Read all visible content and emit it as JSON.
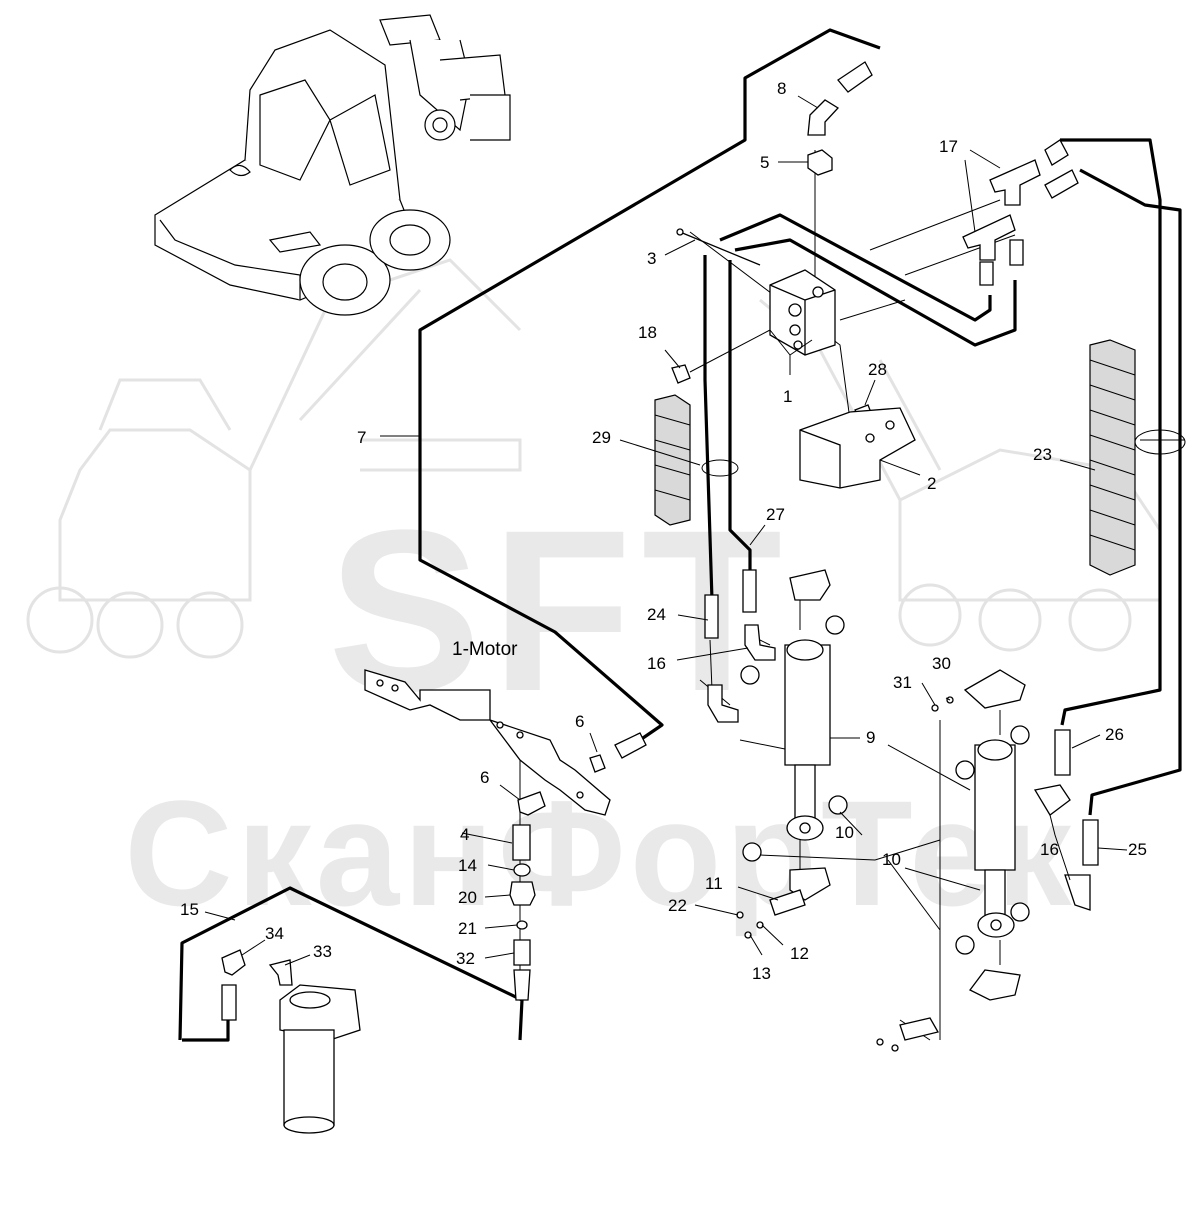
{
  "diagram": {
    "title": "1-Motor",
    "watermark": {
      "logo": "SFT",
      "text": "СканФорТек",
      "color": "#e6e6e6"
    },
    "callouts": [
      {
        "id": "c1",
        "text": "1"
      },
      {
        "id": "c2",
        "text": "2"
      },
      {
        "id": "c3",
        "text": "3"
      },
      {
        "id": "c4",
        "text": "4"
      },
      {
        "id": "c5",
        "text": "5"
      },
      {
        "id": "c6a",
        "text": "6"
      },
      {
        "id": "c6b",
        "text": "6"
      },
      {
        "id": "c7",
        "text": "7"
      },
      {
        "id": "c8",
        "text": "8"
      },
      {
        "id": "c9",
        "text": "9"
      },
      {
        "id": "c10a",
        "text": "10"
      },
      {
        "id": "c10b",
        "text": "10"
      },
      {
        "id": "c11",
        "text": "11"
      },
      {
        "id": "c12",
        "text": "12"
      },
      {
        "id": "c13",
        "text": "13"
      },
      {
        "id": "c14",
        "text": "14"
      },
      {
        "id": "c15",
        "text": "15"
      },
      {
        "id": "c16a",
        "text": "16"
      },
      {
        "id": "c16b",
        "text": "16"
      },
      {
        "id": "c17",
        "text": "17"
      },
      {
        "id": "c18",
        "text": "18"
      },
      {
        "id": "c20",
        "text": "20"
      },
      {
        "id": "c21",
        "text": "21"
      },
      {
        "id": "c22",
        "text": "22"
      },
      {
        "id": "c23",
        "text": "23"
      },
      {
        "id": "c24",
        "text": "24"
      },
      {
        "id": "c25",
        "text": "25"
      },
      {
        "id": "c26",
        "text": "26"
      },
      {
        "id": "c27",
        "text": "27"
      },
      {
        "id": "c28",
        "text": "28"
      },
      {
        "id": "c29",
        "text": "29"
      },
      {
        "id": "c30",
        "text": "30"
      },
      {
        "id": "c31",
        "text": "31"
      },
      {
        "id": "c32",
        "text": "32"
      },
      {
        "id": "c33",
        "text": "33"
      },
      {
        "id": "c34",
        "text": "34"
      }
    ]
  }
}
